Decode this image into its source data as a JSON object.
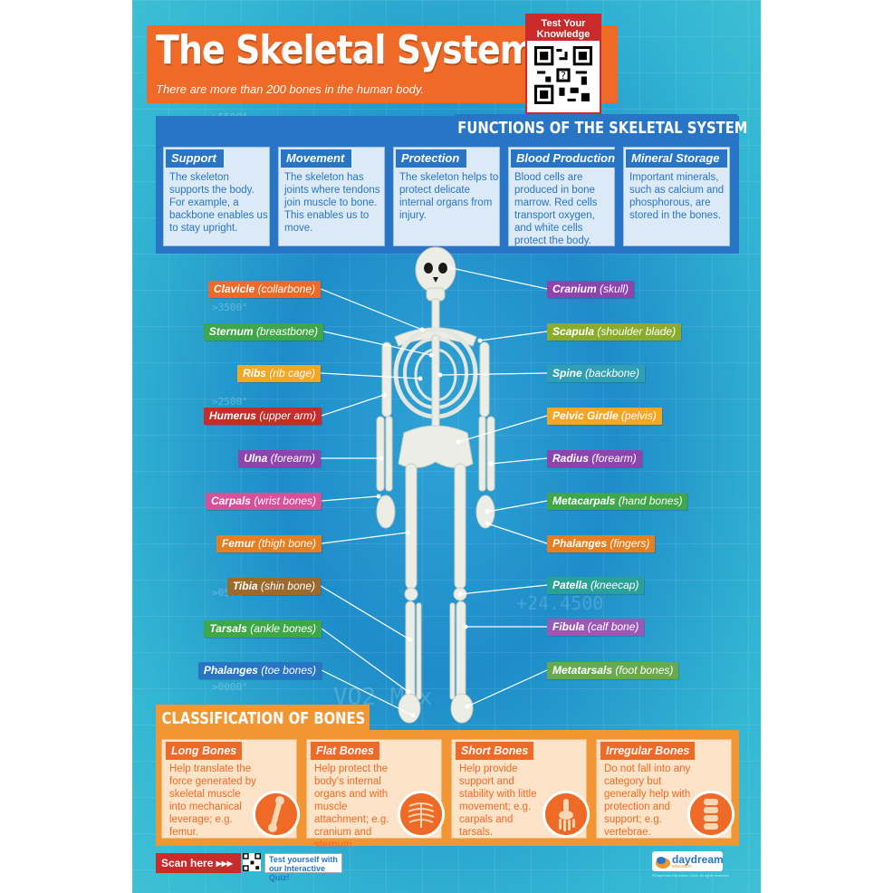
{
  "title": "The Skeletal System",
  "subtitle": "There are more than 200 bones in the human body.",
  "qr": {
    "heading": "Test Your Knowledge"
  },
  "functions": {
    "heading": "FUNCTIONS OF THE SKELETAL SYSTEM",
    "cards": [
      {
        "title": "Support",
        "text": "The skeleton supports the body. For example, a backbone enables us to stay upright."
      },
      {
        "title": "Movement",
        "text": "The skeleton has joints where tendons join muscle to bone. This enables us to move."
      },
      {
        "title": "Protection",
        "text": "The skeleton helps to protect delicate internal organs from injury."
      },
      {
        "title": "Blood Production",
        "text": "Blood cells are produced in bone marrow. Red cells transport oxygen, and white cells protect the body."
      },
      {
        "title": "Mineral Storage",
        "text": "Important minerals, such as calcium and phosphorous, are stored in the bones."
      }
    ]
  },
  "labels_left": [
    {
      "name": "Clavicle",
      "common": "(collarbone)",
      "color": "#ee6a26"
    },
    {
      "name": "Sternum",
      "common": "(breastbone)",
      "color": "#3fa64a"
    },
    {
      "name": "Ribs",
      "common": "(rib cage)",
      "color": "#f5a623"
    },
    {
      "name": "Humerus",
      "common": "(upper arm)",
      "color": "#c92a2a"
    },
    {
      "name": "Ulna",
      "common": "(forearm)",
      "color": "#8e44ad"
    },
    {
      "name": "Carpals",
      "common": "(wrist bones)",
      "color": "#d94f9a"
    },
    {
      "name": "Femur",
      "common": "(thigh bone)",
      "color": "#e67e22"
    },
    {
      "name": "Tibia",
      "common": "(shin bone)",
      "color": "#9b6a2f"
    },
    {
      "name": "Tarsals",
      "common": "(ankle bones)",
      "color": "#3fa64a"
    },
    {
      "name": "Phalanges",
      "common": "(toe bones)",
      "color": "#2775c4"
    }
  ],
  "labels_right": [
    {
      "name": "Cranium",
      "common": "(skull)",
      "color": "#8e44ad"
    },
    {
      "name": "Scapula",
      "common": "(shoulder blade)",
      "color": "#8aab2c"
    },
    {
      "name": "Spine",
      "common": "(backbone)",
      "color": "#2f9fb3"
    },
    {
      "name": "Pelvic Girdle",
      "common": "(pelvis)",
      "color": "#f5a623"
    },
    {
      "name": "Radius",
      "common": "(forearm)",
      "color": "#8e44ad"
    },
    {
      "name": "Metacarpals",
      "common": "(hand bones)",
      "color": "#3fa64a"
    },
    {
      "name": "Phalanges",
      "common": "(fingers)",
      "color": "#e67e22"
    },
    {
      "name": "Patella",
      "common": "(kneecap)",
      "color": "#2aa198"
    },
    {
      "name": "Fibula",
      "common": "(calf bone)",
      "color": "#9b59b6"
    },
    {
      "name": "Metatarsals",
      "common": "(foot bones)",
      "color": "#6aa84f"
    }
  ],
  "classification": {
    "heading": "CLASSIFICATION OF BONES",
    "cards": [
      {
        "title": "Long Bones",
        "text": "Help translate the force generated by skeletal muscle into mechanical leverage; e.g. femur."
      },
      {
        "title": "Flat Bones",
        "text": "Help protect the body's internal organs and with muscle attachment; e.g. cranium and sternum."
      },
      {
        "title": "Short Bones",
        "text": "Help provide support and stability with little movement; e.g. carpals and tarsals."
      },
      {
        "title": "Irregular Bones",
        "text": "Do not fall into any category but generally help with protection and support; e.g. vertebrae."
      }
    ]
  },
  "footer": {
    "scan": "Scan here ▸▸▸",
    "quiz": "Test yourself with our Interactive Quiz!",
    "brand": "daydream",
    "brand_sub": "education",
    "copyright": "©Daydream Education 2018. All rights reserved."
  },
  "background_text": [
    ">5500°",
    ">3500°",
    ">2500°",
    ">0500°",
    ">0000°",
    "+24.4500",
    "VO2 Max"
  ],
  "colors": {
    "accent_orange": "#ee6a26",
    "accent_blue": "#2775c4",
    "background": "#1e8cc9",
    "class_orange": "#f29634"
  }
}
